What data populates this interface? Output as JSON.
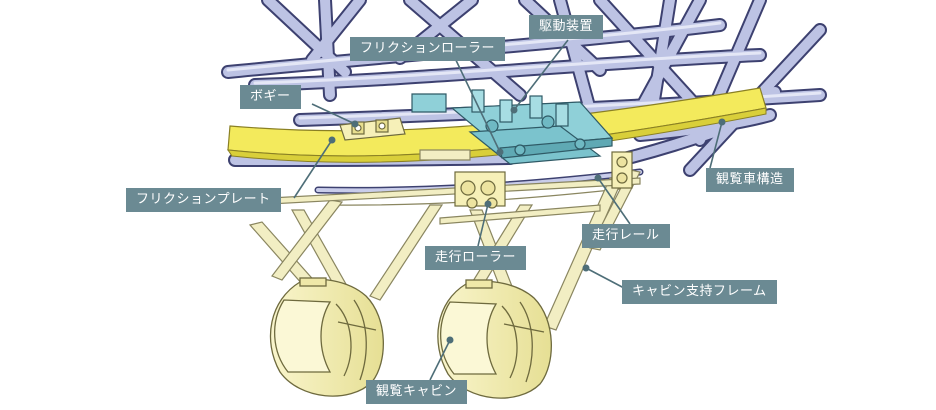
{
  "labels": {
    "drive_unit": "駆動装置",
    "friction_roller": "フリクションローラー",
    "bogie": "ボギー",
    "wheel_structure": "観覧車構造",
    "friction_plate": "フリクションプレート",
    "running_rail": "走行レール",
    "running_roller": "走行ローラー",
    "cabin_frame": "キャビン支持フレーム",
    "cabin": "観覧キャビン"
  },
  "colors": {
    "label_bg": "#6b8a93",
    "label_text": "#ffffff",
    "tube": "#b9bfe0",
    "tube_edge": "#3d4170",
    "plate": "#f3ea5c",
    "frame": "#f2eec3",
    "frame_edge": "#8a8660",
    "drive": "#8fd0d8",
    "cabin": "#f7f2b8"
  }
}
